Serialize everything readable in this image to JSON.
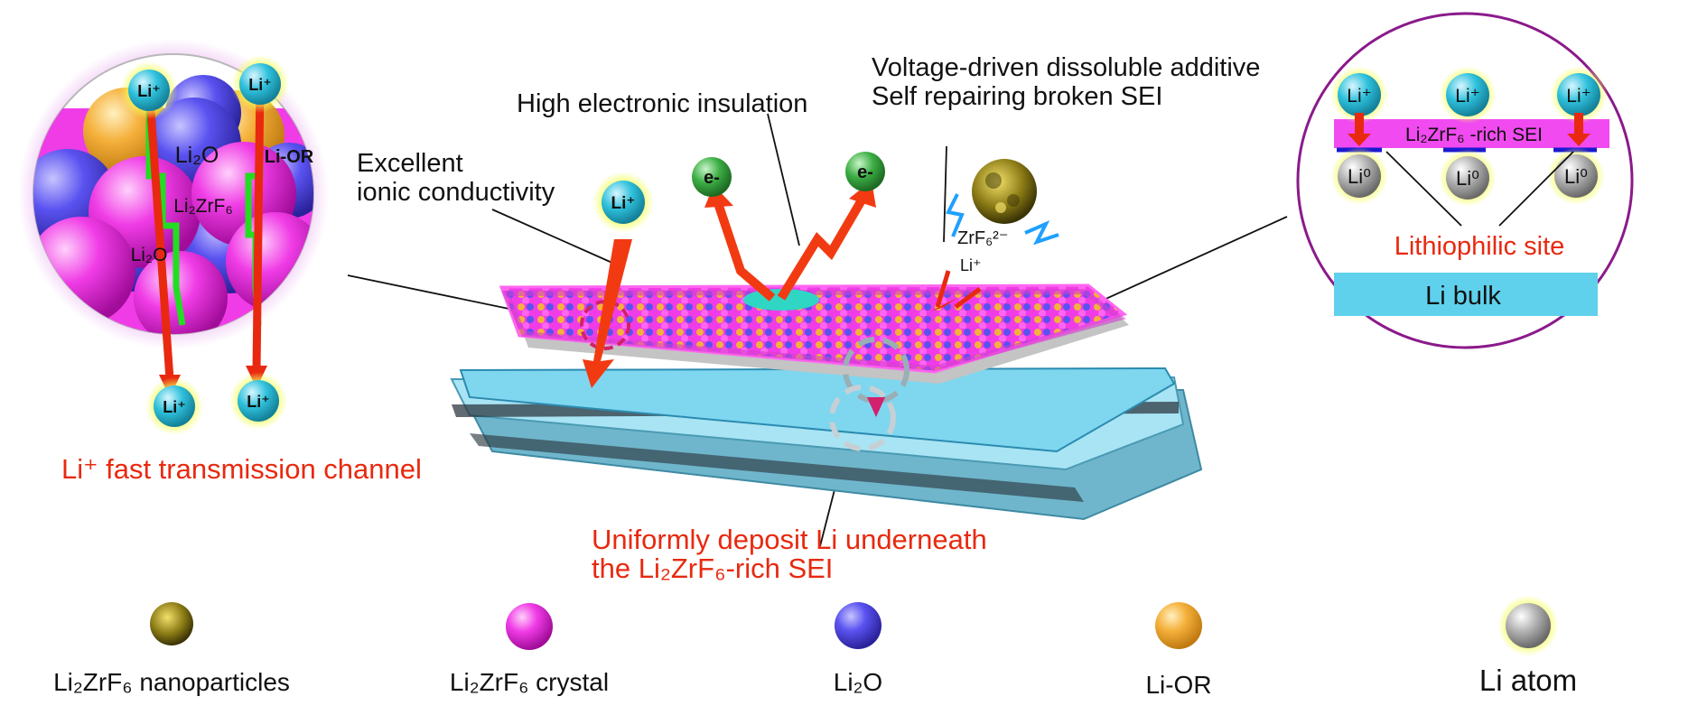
{
  "colors": {
    "red_text": "#e8290f",
    "arrow": "#f23a12",
    "li_crystal": "#f03ce6",
    "li2o": "#5a52f0",
    "lior": "#f5b13c",
    "li_atom": "#a8a8a8",
    "li_ion": "#2fc1dc",
    "electron": "#3dae45",
    "channel_green": "#22dd22",
    "circle_border": "#8b1a8b",
    "li_bulk": "#5fd1ec",
    "sei_band": "#f04af0",
    "substrate": "#7fd6ef"
  },
  "labels": {
    "excellent_line1": "Excellent",
    "excellent_line2": "ionic conductivity",
    "high_insulation": "High electronic insulation",
    "voltage_line1": "Voltage-driven dissoluble additive",
    "voltage_line2": "Self repairing broken SEI",
    "fast_channel": "Li⁺ fast transmission channel",
    "uniform_line1": "Uniformly deposit Li underneath",
    "uniform_line2": "the  Li₂ZrF₆-rich SEI",
    "lithiophilic": "Lithiophilic site",
    "li_bulk": "Li   bulk",
    "sei_rich": "Li₂ZrF₆  -rich SEI",
    "zrf6": "ZrF₆²⁻",
    "li_plus": "Li⁺",
    "li_zero": "Li⁰",
    "electron": "e-",
    "left_li2o_top": "Li₂O",
    "left_lior": "Li-OR",
    "left_li2zrf6": "Li₂ZrF₆",
    "left_li2o_bottom": "Li₂O"
  },
  "legend": [
    {
      "label": "Li₂ZrF₆ nanoparticles",
      "icon": "nanoparticle-icon"
    },
    {
      "label": "Li₂ZrF₆ crystal",
      "icon": "magenta-sphere-icon"
    },
    {
      "label": "Li₂O",
      "icon": "blue-sphere-icon"
    },
    {
      "label": "Li-OR",
      "icon": "orange-sphere-icon"
    },
    {
      "label": "Li  atom",
      "icon": "gray-sphere-icon"
    }
  ]
}
